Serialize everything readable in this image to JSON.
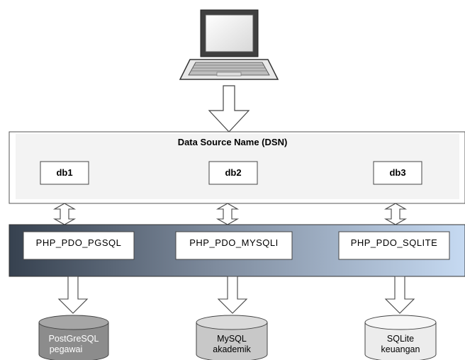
{
  "dsn": {
    "title": "Data Source Name (DSN)",
    "aliases": [
      "db1",
      "db2",
      "db3"
    ]
  },
  "drivers": [
    "PHP_PDO_PGSQL",
    "PHP_PDO_MYSQLI",
    "PHP_PDO_SQLITE"
  ],
  "databases": [
    {
      "engine": "PostGreSQL",
      "name": "pegawai",
      "color": "#8c8c8c"
    },
    {
      "engine": "MySQL",
      "name": "akademik",
      "color": "#c8c8c8"
    },
    {
      "engine": "SQLite",
      "name": "keuangan",
      "color": "#ececec"
    }
  ],
  "colors": {
    "gradient_start": "#36414f",
    "gradient_end": "#c6daf2",
    "dsn_panel": "#f3f3f3",
    "laptop": "#444444"
  }
}
